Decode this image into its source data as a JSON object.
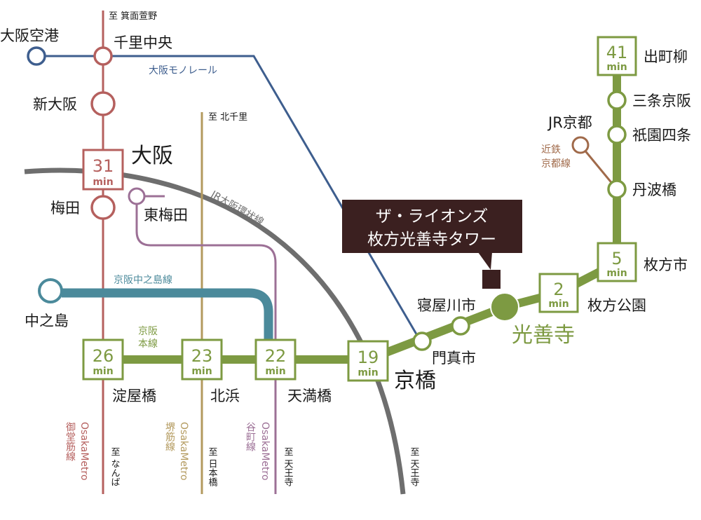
{
  "colors": {
    "midosuji": "#b5605e",
    "monorail": "#3e5e8e",
    "sakaisuji": "#b39a5e",
    "tanimachi": "#9c7096",
    "nakanoshima": "#4b8a9b",
    "keihan": "#7d9a42",
    "jr_loop": "#6e6e6e",
    "jr_kyoto": "#a06a4a",
    "property": "#3b2020"
  },
  "property": {
    "line1": "ザ・ライオンズ",
    "line2": "枚方光善寺タワー"
  },
  "stations": {
    "osaka_airport": "大阪空港",
    "senri_chuo": "千里中央",
    "shin_osaka": "新大阪",
    "osaka": "大阪",
    "umeda": "梅田",
    "higashi_umeda": "東梅田",
    "nakanoshima": "中之島",
    "yodoyabashi": "淀屋橋",
    "kitahama": "北浜",
    "temmabashi": "天満橋",
    "kyobashi": "京橋",
    "kadomashi": "門真市",
    "neyagawashi": "寝屋川市",
    "korienji": "光善寺",
    "hirakata_koen": "枚方公園",
    "hirakatashi": "枚方市",
    "tambabashi": "丹波橋",
    "gion_shijo": "祇園四条",
    "sanjo_keihan": "三条京阪",
    "demachiyanagi": "出町柳",
    "jr_kyoto": "JR京都"
  },
  "times": {
    "unit": "min",
    "osaka": "31",
    "yodoyabashi": "26",
    "kitahama": "23",
    "temmabashi": "22",
    "kyobashi": "19",
    "hirakata_koen": "2",
    "hirakatashi": "5",
    "demachiyanagi": "41"
  },
  "lines": {
    "monorail": "大阪モノレール",
    "jr_loop": "JR大阪環状線",
    "nakanoshima": "京阪中之島線",
    "keihan_1": "京阪",
    "keihan_2": "本線",
    "kintetsu_1": "近鉄",
    "kintetsu_2": "京都線",
    "midosuji_1": "OsakaMetro",
    "midosuji_2": "御堂筋線",
    "sakaisuji_1": "OsakaMetro",
    "sakaisuji_2": "堺筋線",
    "tanimachi_1": "OsakaMetro",
    "tanimachi_2": "谷町線"
  },
  "directions": {
    "minoh": "至 箕面萱野",
    "kitasenri": "至 北千里",
    "namba": "至 なんば",
    "nipponbashi": "至 日本橋",
    "tennoji_metro": "至 天王寺",
    "tennoji_jr": "至 天王寺"
  }
}
